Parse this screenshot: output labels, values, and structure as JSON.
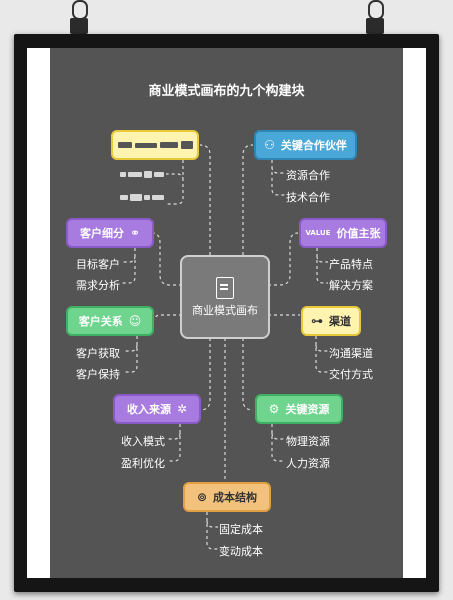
{
  "poster": {
    "title": "商业模式画布的九个构建块",
    "center": {
      "label": "商业模式画布",
      "icon": "document-layout-icon"
    }
  },
  "nodes": {
    "key_partners": {
      "label": "关键合作伙伴",
      "icon": "people-network-icon",
      "color": "#4aa8d8",
      "items": [
        "资源合作",
        "技术合作"
      ]
    },
    "value_props": {
      "label": "价值主张",
      "icon_text": "VALUE",
      "icon": "value-tag-icon",
      "color": "#a77be0",
      "items": [
        "产品特点",
        "解决方案"
      ]
    },
    "channels": {
      "label": "渠道",
      "icon": "flow-channel-icon",
      "color": "#fff3b0",
      "items": [
        "沟通渠道",
        "交付方式"
      ]
    },
    "key_resources": {
      "label": "关键资源",
      "icon": "resource-gear-icon",
      "color": "#6fd48d",
      "items": [
        "物理资源",
        "人力资源"
      ]
    },
    "cost_structure": {
      "label": "成本结构",
      "icon": "coin-icon",
      "color": "#f2c27d",
      "items": [
        "固定成本",
        "变动成本"
      ]
    },
    "revenue": {
      "label": "收入来源",
      "icon": "network-nodes-icon",
      "color": "#a77be0",
      "items": [
        "收入模式",
        "盈利优化"
      ]
    },
    "relationships": {
      "label": "客户关系",
      "icon": "relationship-icon",
      "color": "#6fd48d",
      "items": [
        "客户获取",
        "客户保持"
      ]
    },
    "segments": {
      "label": "客户细分",
      "icon": "group-icon",
      "color": "#a77be0",
      "items": [
        "目标客户",
        "需求分析"
      ]
    },
    "key_activities": {
      "label": "",
      "icon": "blurred-label",
      "color": "#fff3b0",
      "items": []
    }
  }
}
